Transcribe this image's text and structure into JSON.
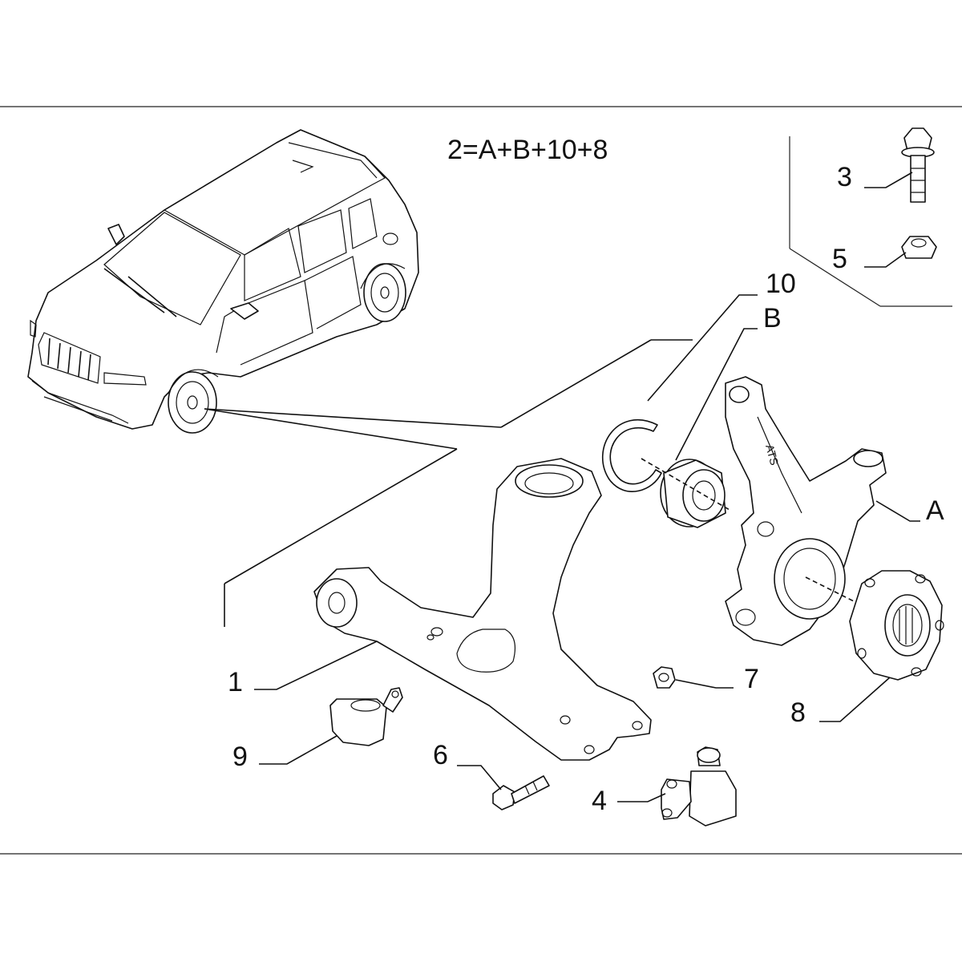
{
  "formula": "2=A+B+10+8",
  "callouts": [
    {
      "id": "1",
      "text": "1"
    },
    {
      "id": "3",
      "text": "3"
    },
    {
      "id": "4",
      "text": "4"
    },
    {
      "id": "5",
      "text": "5"
    },
    {
      "id": "6",
      "text": "6"
    },
    {
      "id": "7",
      "text": "7"
    },
    {
      "id": "8",
      "text": "8"
    },
    {
      "id": "9",
      "text": "9"
    },
    {
      "id": "10",
      "text": "10"
    },
    {
      "id": "A",
      "text": "A"
    },
    {
      "id": "B",
      "text": "B"
    }
  ],
  "icons": {
    "vehicle": "suv-illustration",
    "control_arm": "lower-control-arm",
    "knuckle": "steering-knuckle",
    "hub": "wheel-hub",
    "bearing": "wheel-bearing",
    "circlip": "retaining-ring",
    "ball_joint": "ball-joint",
    "bushing": "bushing"
  }
}
